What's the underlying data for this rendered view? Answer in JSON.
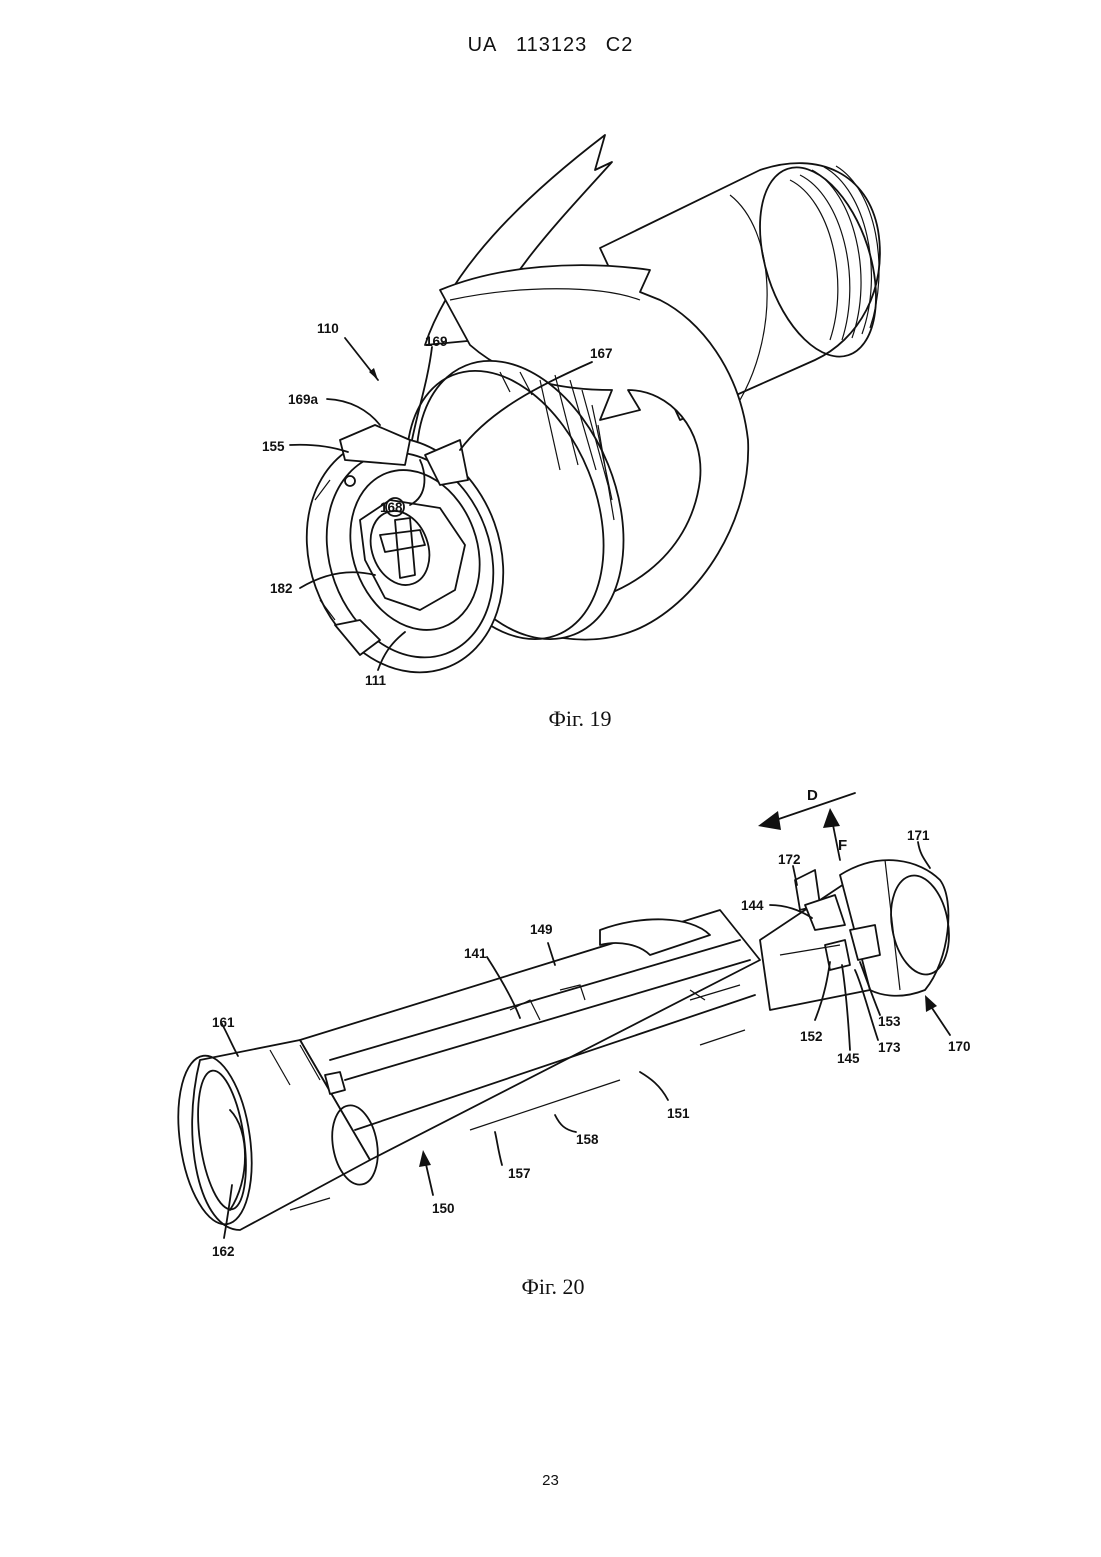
{
  "header": {
    "country": "UA",
    "number": "113123",
    "kind": "C2"
  },
  "figure19": {
    "caption": "Фіг. 19",
    "labels": {
      "l110": "110",
      "l169": "169",
      "l167": "167",
      "l169a": "169a",
      "l155": "155",
      "l168": "168",
      "l182": "182",
      "l111": "111"
    }
  },
  "figure20": {
    "caption": "Фіг. 20",
    "labels": {
      "lD": "D",
      "lF": "F",
      "l171": "171",
      "l172": "172",
      "l144": "144",
      "l149": "149",
      "l141": "141",
      "l161": "161",
      "l152": "152",
      "l153": "153",
      "l145": "145",
      "l173": "173",
      "l170": "170",
      "l151": "151",
      "l158": "158",
      "l157": "157",
      "l150": "150",
      "l162": "162"
    }
  },
  "page_number": "23"
}
